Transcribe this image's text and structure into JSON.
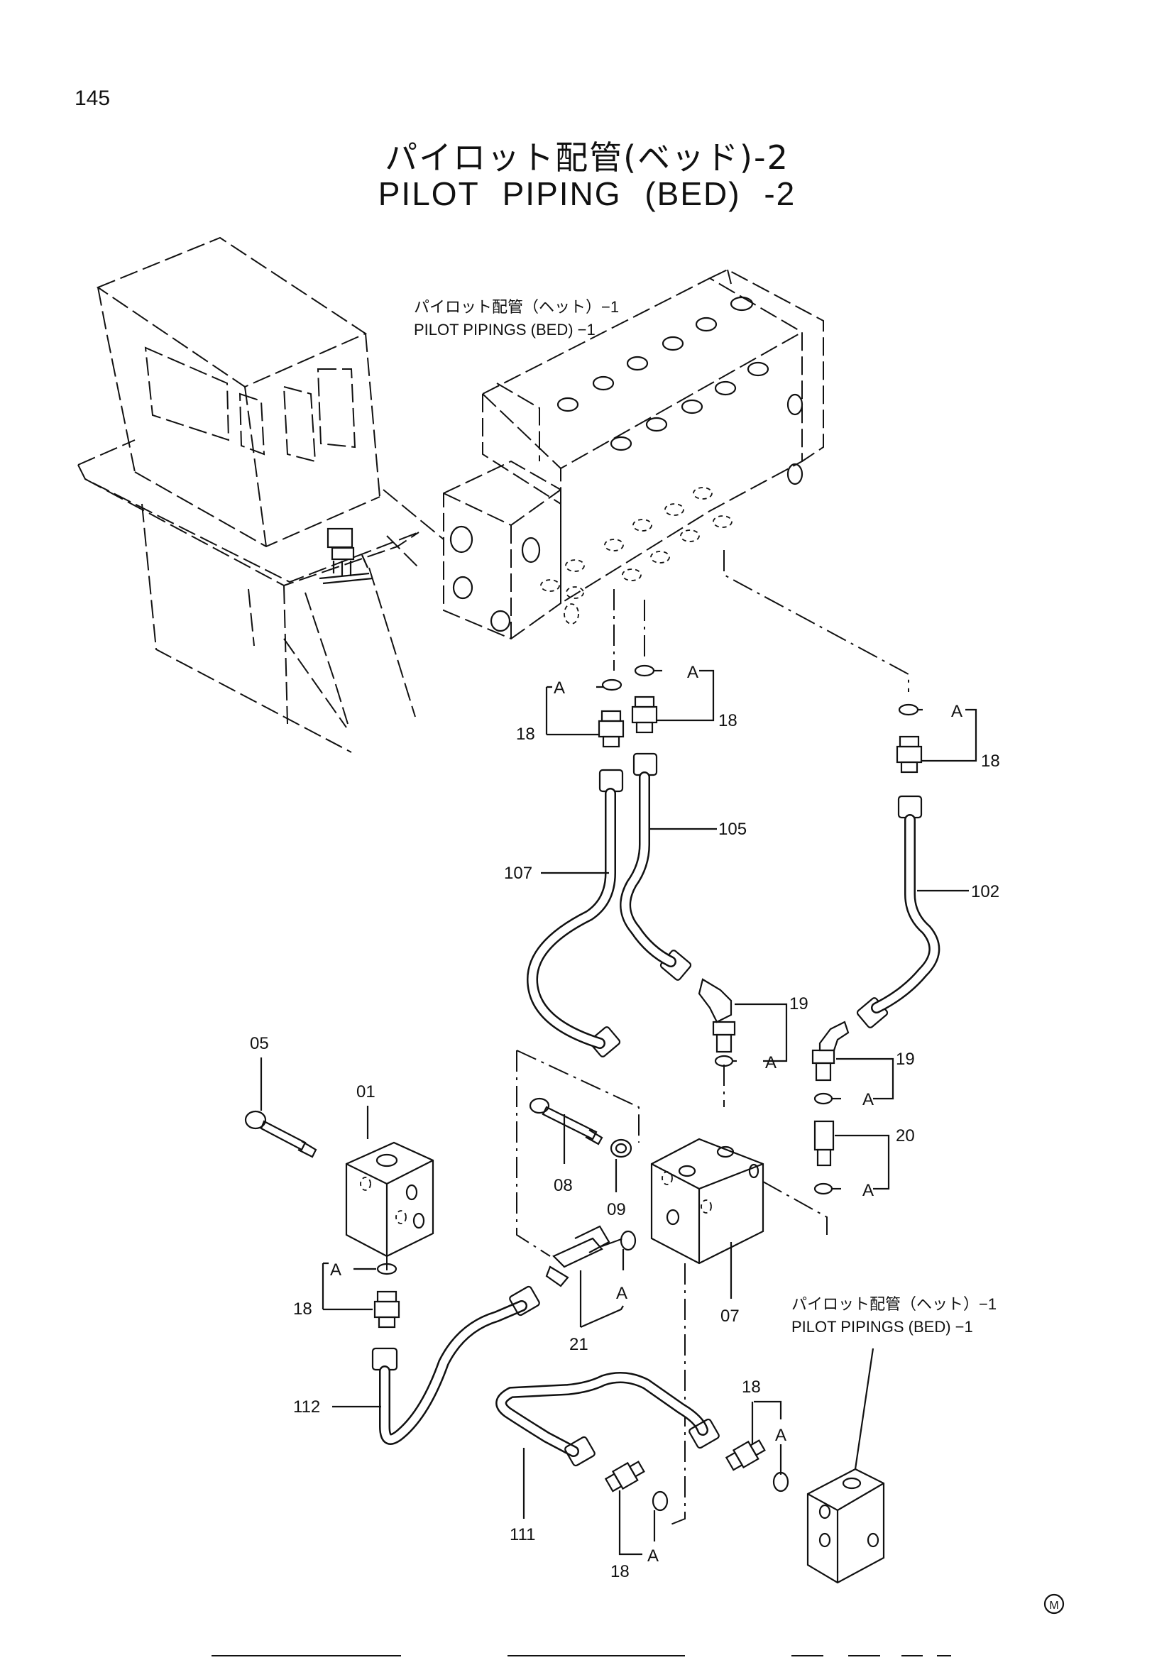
{
  "page_number": "145",
  "title_jp": "パイロット配管(ベッド)-2",
  "title_en": "PILOT   PIPING (BED) -2",
  "references": [
    {
      "jp": "パイロット配管（ヘット）−1",
      "en": "PILOT PIPINGS (BED) −1"
    },
    {
      "jp": "パイロット配管（ヘット）−1",
      "en": "PILOT PIPINGS (BED) −1"
    }
  ],
  "part_labels": {
    "p01": "01",
    "p05": "05",
    "p07": "07",
    "p08": "08",
    "p09": "09",
    "p18": "18",
    "p19": "19",
    "p20": "20",
    "p21": "21",
    "p102": "102",
    "p105": "105",
    "p107": "107",
    "p111": "111",
    "p112": "112"
  },
  "detail_marker": "A",
  "mark_symbol": "M"
}
